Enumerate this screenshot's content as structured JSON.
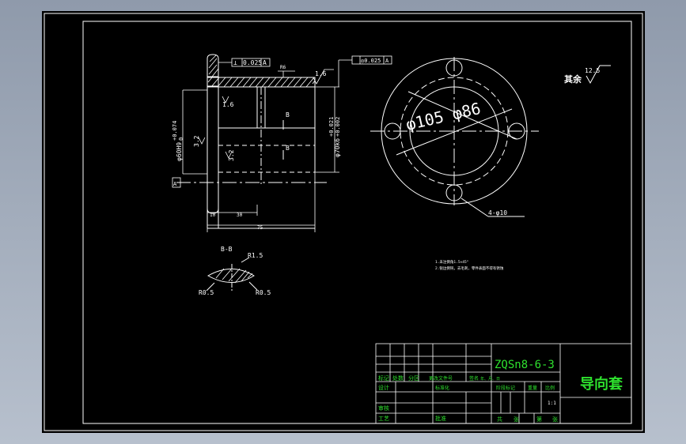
{
  "drawing": {
    "material": "ZQSn8-6-3",
    "part_name": "导向套",
    "roughness_other_label": "其余",
    "roughness_other_value": "12.5",
    "roughness_bore": "1.6",
    "roughness_top": "1.6",
    "roughness_face": "3.2",
    "roughness_outer": "3.2",
    "tol_flat": "0.025",
    "tol_datum": "A",
    "tol_circ": "◎0.025",
    "tol_circ_datum": "A",
    "dim_bore": "φ60H9",
    "dim_bore_tol": "+0.074",
    "dim_bore_tol2": "0",
    "dim_od": "φ70k6",
    "dim_od_tol": "+0.021",
    "dim_od_tol2": "+0.002",
    "datum_a": "A",
    "dim_10": "10",
    "dim_30": "30",
    "dim_75": "75",
    "dim_r6": "R6",
    "section_marker": "B",
    "section_title": "B-B",
    "r15": "R1.5",
    "r05_left": "R0.5",
    "r05_right": "R0.5",
    "dim_105": "φ105",
    "dim_86": "φ86",
    "holes": "4-φ10",
    "notes": [
      "1.未注倒角1.5×45°",
      "2.锐边倒钝，去毛刺，零件表面不得有锈蚀"
    ],
    "tb": {
      "r1": [
        "标记",
        "处数",
        "分区",
        "更改文件号",
        "签名",
        "年、月、日"
      ],
      "design": "设计",
      "standard": "标准化",
      "stage": "阶段标记",
      "weight": "重量",
      "scale_label": "比例",
      "scale": "1:1",
      "check": "审核",
      "process": "工艺",
      "approve": "批准",
      "sheets": "共",
      "sheet": "张",
      "page": "第",
      "page_unit": "张"
    }
  }
}
